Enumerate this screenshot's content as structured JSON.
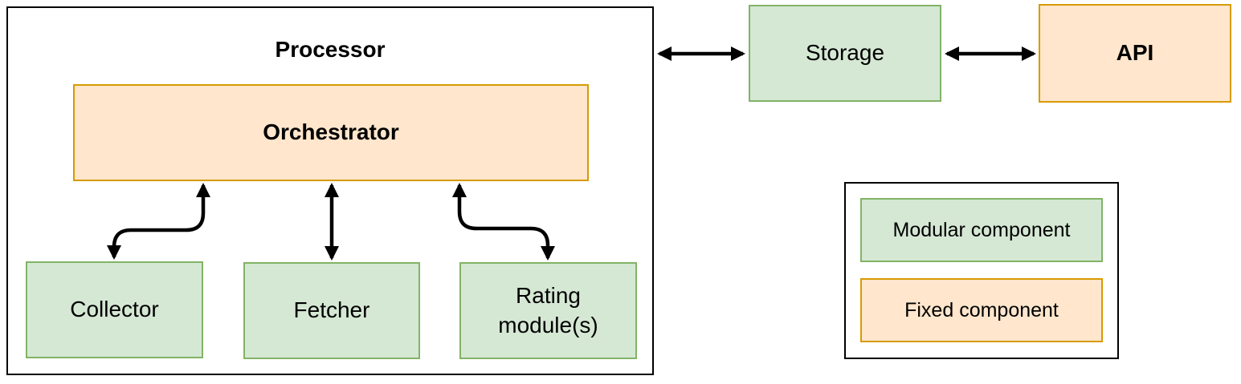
{
  "diagram": {
    "processor": {
      "title": "Processor"
    },
    "nodes": {
      "orchestrator": {
        "label": "Orchestrator",
        "type": "fixed"
      },
      "collector": {
        "label": "Collector",
        "type": "modular"
      },
      "fetcher": {
        "label": "Fetcher",
        "type": "modular"
      },
      "rating": {
        "label": "Rating module(s)",
        "type": "modular"
      },
      "storage": {
        "label": "Storage",
        "type": "modular"
      },
      "api": {
        "label": "API",
        "type": "fixed"
      }
    },
    "legend": {
      "modular": {
        "label": "Modular component"
      },
      "fixed": {
        "label": "Fixed component"
      }
    },
    "colors": {
      "modular_fill": "#d5e8d4",
      "modular_border": "#82b366",
      "fixed_fill": "#ffe6cc",
      "fixed_border": "#d79b00",
      "container_border": "#000000",
      "arrow": "#000000"
    }
  }
}
